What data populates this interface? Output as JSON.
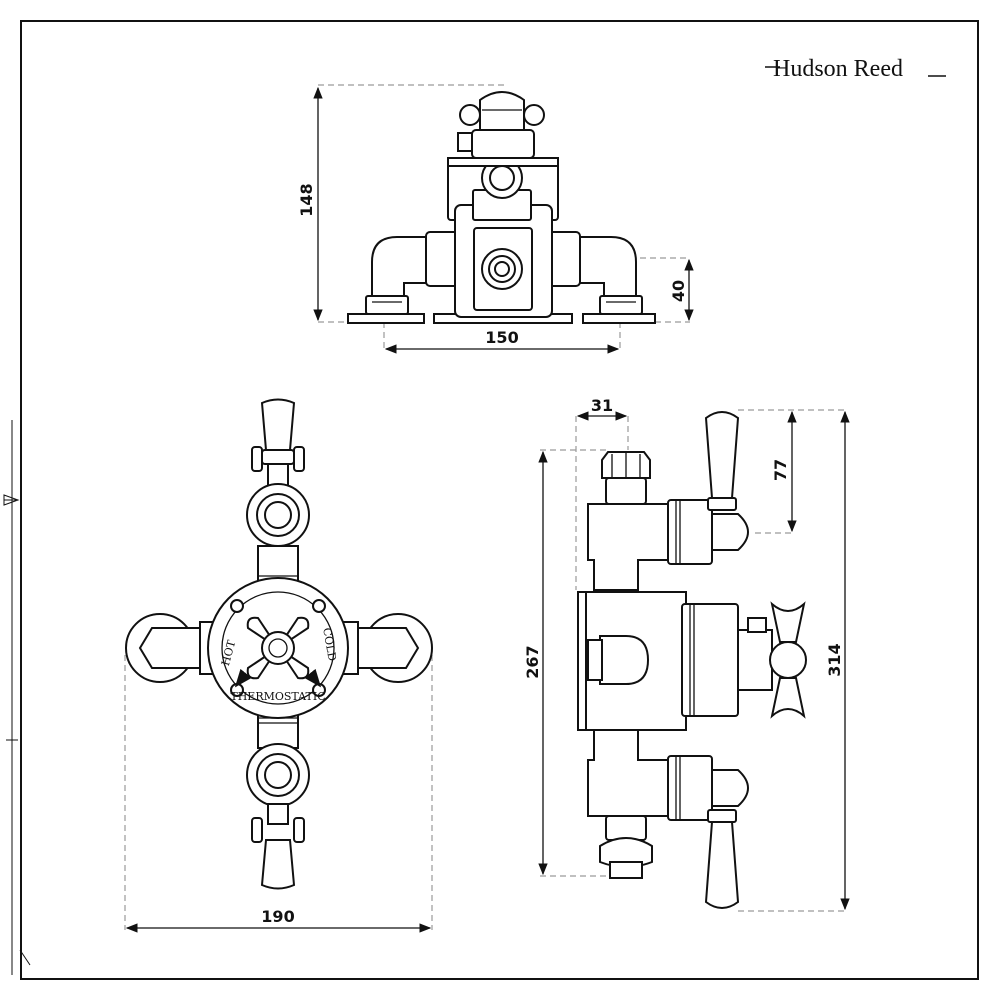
{
  "brand": {
    "name": "Hudson Reed"
  },
  "dimensions": {
    "front_height": "148",
    "front_base_height": "40",
    "front_width": "150",
    "side_depth": "31",
    "side_handle_drop": "77",
    "side_body_height": "267",
    "side_total_height": "314",
    "face_width": "190"
  },
  "dial_labels": {
    "hot": "HOT",
    "cold": "COLD",
    "thermostatic": "THERMOSTATIC"
  }
}
